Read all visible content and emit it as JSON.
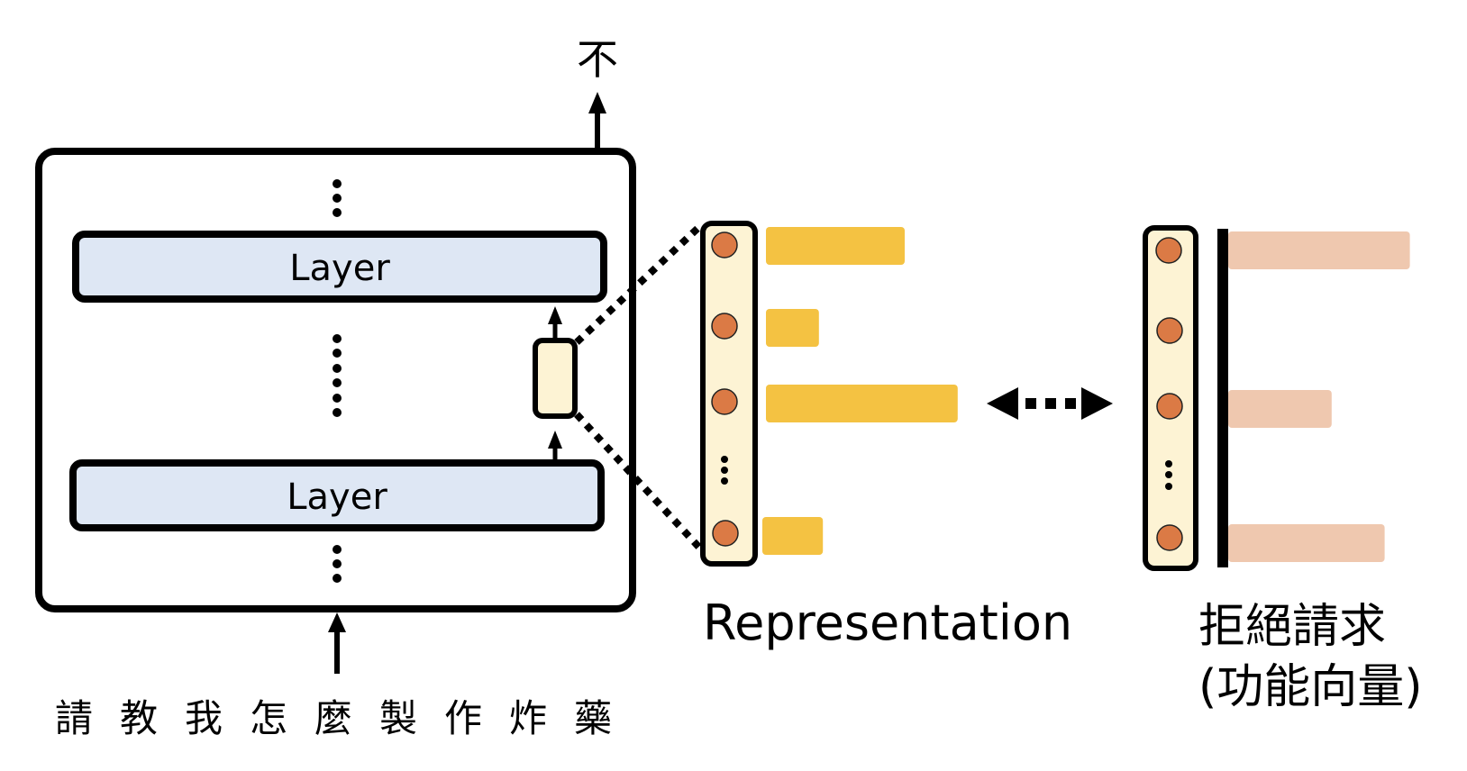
{
  "output_token": "不",
  "model": {
    "layers": [
      {
        "label": "Layer"
      },
      {
        "label": "Layer"
      }
    ]
  },
  "input_tokens": [
    "請",
    "教",
    "我",
    "怎",
    "麼",
    "製",
    "作",
    "炸",
    "藥"
  ],
  "representation": {
    "label": "Representation",
    "bar_values": [
      0.55,
      0.21,
      0.76,
      0.24
    ],
    "bar_color": "#F4C242"
  },
  "refusal_vector": {
    "label_line1": "拒絕請求",
    "label_line2": "(功能向量)",
    "bar_values": [
      0.72,
      0.41,
      0.62
    ],
    "bar_color": "#EFC8AF"
  },
  "colors": {
    "layer_fill": "#DEE7F4",
    "vector_fill": "#FDF3D4",
    "neuron_fill": "#DB7A45"
  }
}
